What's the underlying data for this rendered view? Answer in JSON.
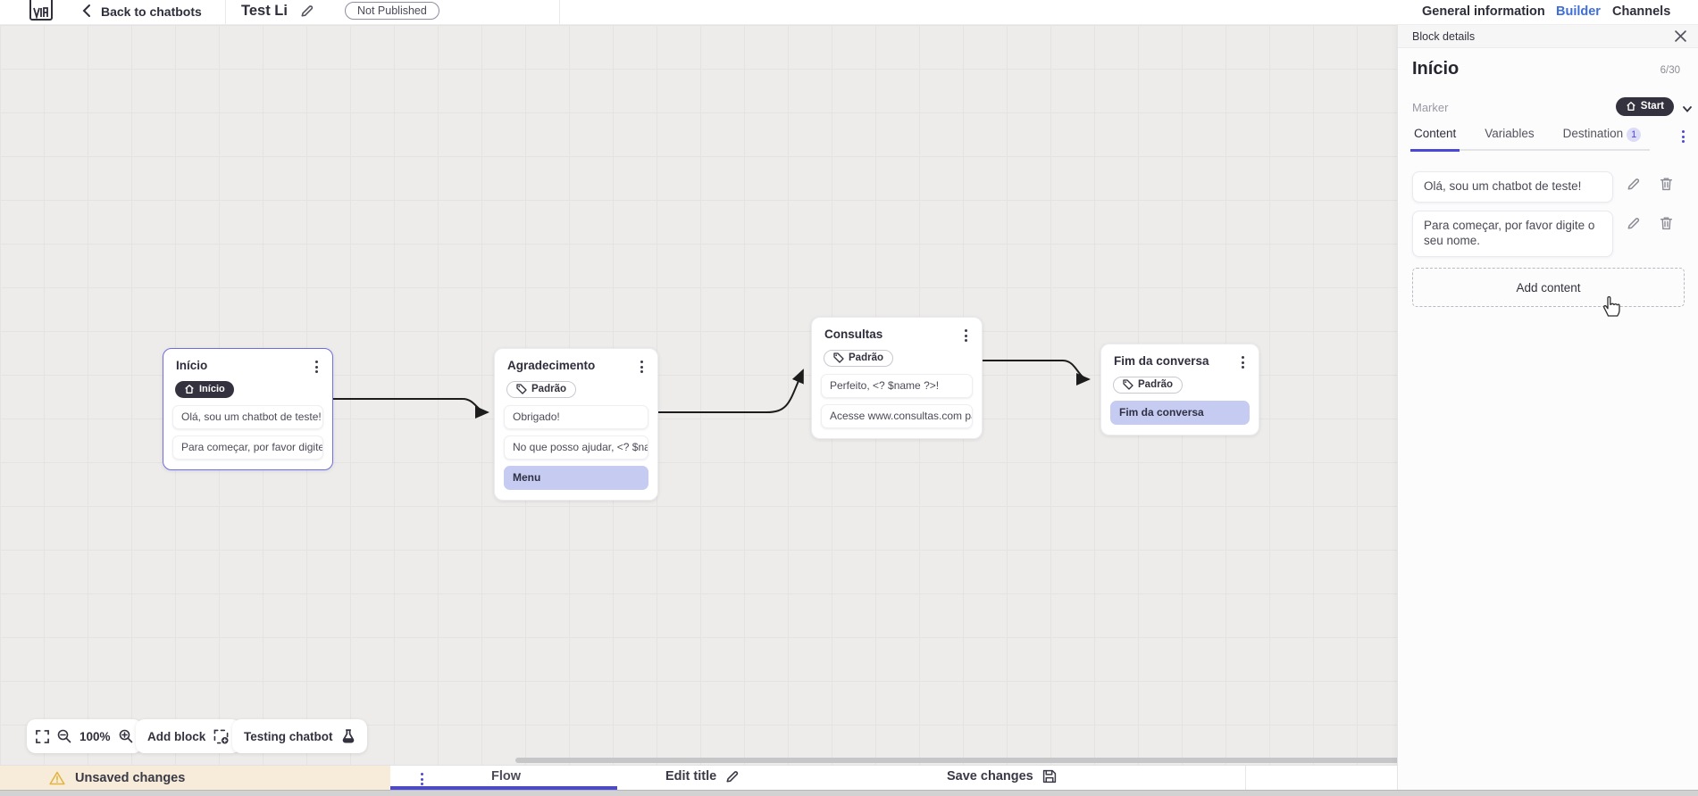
{
  "topbar": {
    "back": "Back to chatbots",
    "title": "Test Li",
    "status_badge": "Not Published",
    "tabs": [
      {
        "label": "General information",
        "active": false
      },
      {
        "label": "Builder",
        "active": true
      },
      {
        "label": "Channels",
        "active": false
      }
    ]
  },
  "panel": {
    "header": "Block details",
    "block_name": "Início",
    "char_counter": "6/30",
    "marker_label": "Marker",
    "marker_value": "Start",
    "tabs": [
      "Content",
      "Variables",
      "Destination"
    ],
    "destination_badge": "1",
    "messages": [
      "Olá, sou um chatbot de teste!",
      "Para começar, por favor digite o seu nome."
    ],
    "add_content": "Add content"
  },
  "canvas": {
    "blocks": [
      {
        "title": "Início",
        "badge": "Início",
        "items": [
          "Olá, sou um chatbot de teste!",
          "Para começar, por favor digite o ..."
        ]
      },
      {
        "title": "Agradecimento",
        "tag": "Padrão",
        "items": [
          "Obrigado!",
          "No que posso ajudar, <? $name ...",
          "Menu"
        ]
      },
      {
        "title": "Consultas",
        "tag": "Padrão",
        "items": [
          "Perfeito, <? $name ?>!",
          "Acesse www.consultas.com par..."
        ]
      },
      {
        "title": "Fim da conversa",
        "tag": "Padrão",
        "items": [
          "Fim da conversa"
        ]
      }
    ],
    "zoom_level": "100%",
    "add_block": "Add block",
    "testing": "Testing chatbot"
  },
  "bottombar": {
    "unsaved": "Unsaved changes",
    "flow": "Flow",
    "edit_title": "Edit title",
    "save": "Save changes"
  },
  "colors": {
    "accent_blue": "#3f6edb",
    "indigo": "#4a48d4",
    "dark_pill": "#33323e",
    "lavender_highlight": "#c6cbf1",
    "warning_yellow": "#e3b53c"
  }
}
